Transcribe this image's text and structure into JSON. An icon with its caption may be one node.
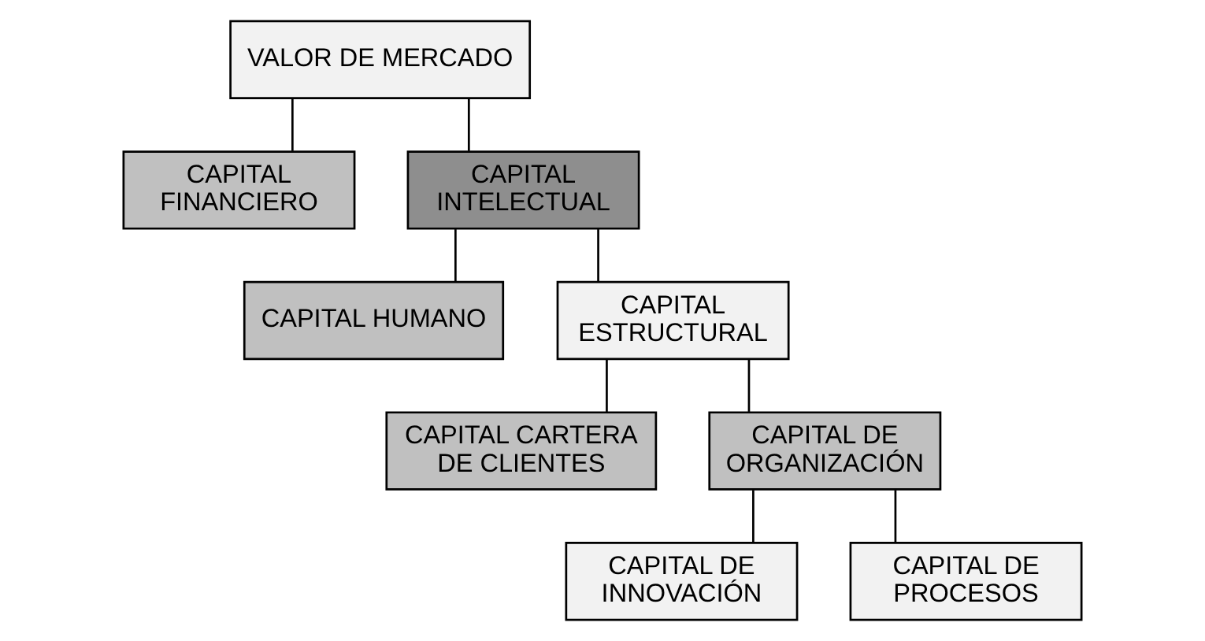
{
  "diagram": {
    "nodes": [
      {
        "text": [
          "VALOR DE MERCADO"
        ]
      },
      {
        "text": [
          "CAPITAL FINANCIERO"
        ]
      },
      {
        "text": [
          "CAPITAL INTELECTUAL"
        ]
      },
      {
        "text": [
          "CAPITAL HUMANO"
        ]
      },
      {
        "text": [
          "CAPITAL ESTRUCTURAL"
        ]
      },
      {
        "text": [
          "CAPITAL CARTERA DE CLIENTES"
        ]
      },
      {
        "text": [
          "CAPITAL DE ORGANIZACIÓN"
        ]
      },
      {
        "text": [
          "CAPITAL DE INNOVACIÓN"
        ]
      },
      {
        "text": [
          "CAPITAL DE PROCESOS"
        ]
      }
    ],
    "edges": [
      {
        "from": 0,
        "to": 1,
        "arrow": "none"
      },
      {
        "from": 0,
        "to": 2,
        "arrow": "none"
      },
      {
        "from": 2,
        "to": 3,
        "arrow": "none"
      },
      {
        "from": 2,
        "to": 4,
        "arrow": "none"
      },
      {
        "from": 4,
        "to": 5,
        "arrow": "none"
      },
      {
        "from": 4,
        "to": 6,
        "arrow": "none"
      },
      {
        "from": 6,
        "to": 7,
        "arrow": "none"
      },
      {
        "from": 6,
        "to": 8,
        "arrow": "none"
      }
    ]
  }
}
